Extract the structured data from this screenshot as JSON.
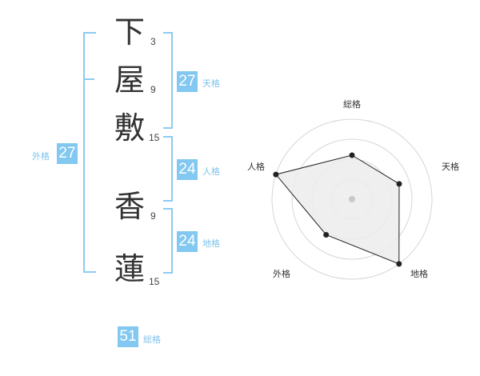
{
  "name_chars": [
    {
      "char": "下",
      "strokes": "3"
    },
    {
      "char": "屋",
      "strokes": "9"
    },
    {
      "char": "敷",
      "strokes": "15"
    },
    {
      "char": "香",
      "strokes": "9"
    },
    {
      "char": "蓮",
      "strokes": "15"
    }
  ],
  "scores": {
    "tenkaku": {
      "value": "27",
      "label": "天格"
    },
    "jinkaku": {
      "value": "24",
      "label": "人格"
    },
    "chikaku": {
      "value": "24",
      "label": "地格"
    },
    "gaikaku": {
      "value": "27",
      "label": "外格"
    },
    "soukaku": {
      "value": "51",
      "label": "総格"
    }
  },
  "colors": {
    "accent": "#82c8f0",
    "bracket": "#8dcbf2",
    "label": "#7ec3ec"
  },
  "chart_data": {
    "type": "radar",
    "axes": [
      "総格",
      "天格",
      "地格",
      "外格",
      "人格"
    ],
    "values": [
      0.55,
      0.62,
      1.0,
      0.55,
      1.0
    ],
    "rings": 4,
    "max": 1
  }
}
